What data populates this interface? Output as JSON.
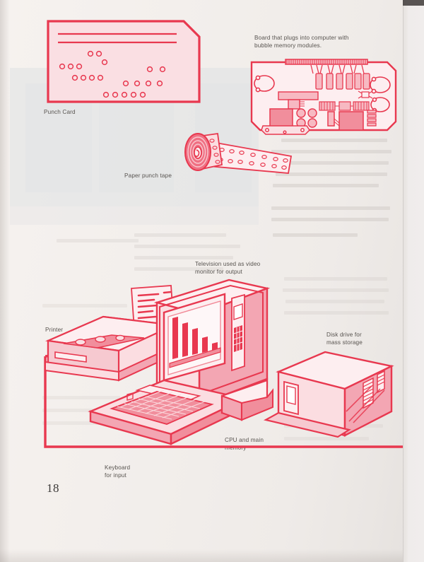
{
  "page": {
    "number": "18",
    "ink_color": "#e8384f",
    "ink_fill": "#f7b9c2",
    "ink_fill_light": "#fbdde1",
    "paper_color": "#f2eeeb",
    "caption_color": "#57534f"
  },
  "captions": {
    "punch_card": "Punch Card",
    "board": "Board that plugs into computer with\nbubble memory modules.",
    "punch_tape": "Paper punch tape",
    "television": "Television used as video\nmonitor for output",
    "printer": "Printer",
    "disk_drive": "Disk drive for\nmass storage",
    "cpu": "CPU and main\nmemory",
    "keyboard": "Keyboard\nfor input"
  },
  "figures": {
    "punch_card": {
      "name": "punch-card-illustration",
      "hole_rows": [
        {
          "y": 49,
          "xs": [
            128,
            138
          ]
        },
        {
          "y": 60,
          "xs": [
            148
          ]
        },
        {
          "y": 69,
          "xs": [
            88,
            98,
            108
          ]
        },
        {
          "y": 70,
          "xs": [
            213,
            228
          ]
        },
        {
          "y": 81,
          "xs": [
            105,
            115,
            125,
            135
          ]
        },
        {
          "y": 89,
          "xs": [
            178,
            190,
            203,
            215
          ]
        },
        {
          "y": 107,
          "xs": [
            150,
            161,
            172,
            183,
            194
          ]
        }
      ],
      "rule_lines": 2
    },
    "memory_board": {
      "name": "bubble-memory-board-illustration",
      "bubble_modules": 6,
      "connector_fingers": 38,
      "mounting_holes": 3,
      "chips": 4
    },
    "punch_tape": {
      "name": "paper-punch-tape-illustration",
      "spool_turns": 5,
      "tape_hole_rows": 2
    },
    "computer_system": {
      "name": "microcomputer-system-illustration",
      "monitor_chart": {
        "bars": 5,
        "bar_heights": [
          74,
          62,
          52,
          36,
          24
        ]
      },
      "keypad_rows": 4,
      "keypad_cols": 3,
      "keyboard_rows": 5,
      "keyboard_cols": 13,
      "printer_text_lines": 6,
      "disk_vent_slots": 2
    }
  },
  "chart_data": {
    "type": "bar",
    "title": "",
    "categories": [
      "1",
      "2",
      "3",
      "4",
      "5"
    ],
    "values": [
      74,
      62,
      52,
      36,
      24
    ],
    "xlabel": "",
    "ylabel": "",
    "ylim": [
      0,
      80
    ],
    "grid": false,
    "legend": "none"
  }
}
